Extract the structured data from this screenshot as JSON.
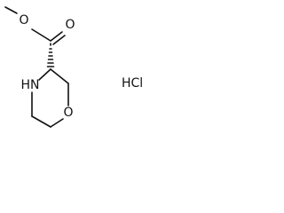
{
  "molecule": {
    "atoms": {
      "o_methoxy": "O",
      "o_carbonyl": "O",
      "n_ring": "HN",
      "o_ring": "O"
    },
    "salt": "HCl"
  },
  "colors": {
    "ink": "#111111",
    "background": "#ffffff"
  }
}
